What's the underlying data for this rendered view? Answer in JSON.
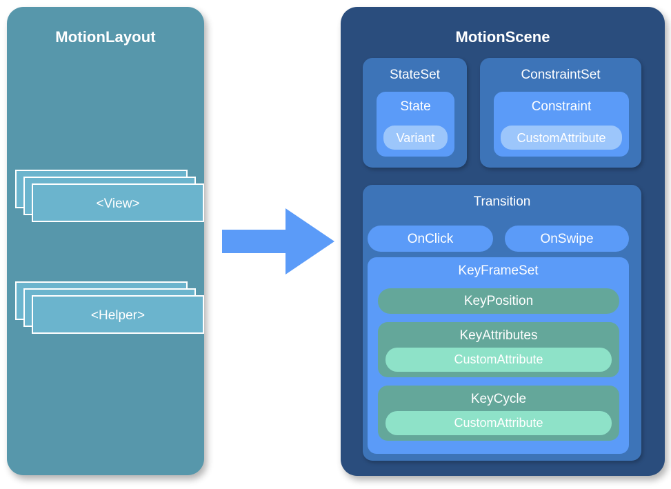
{
  "diagram": {
    "title_left": "MotionLayout",
    "title_right": "MotionScene",
    "arrow": "right-arrow-icon"
  },
  "motion_layout": {
    "label": "MotionLayout",
    "stacks": [
      {
        "label": "<View>",
        "name": "view-card-stack"
      },
      {
        "label": "<Helper>",
        "name": "helper-card-stack"
      }
    ]
  },
  "motion_scene": {
    "label": "MotionScene",
    "state_set": {
      "label": "StateSet",
      "state": {
        "label": "State",
        "variant": {
          "label": "Variant"
        }
      }
    },
    "constraint_set": {
      "label": "ConstraintSet",
      "constraint": {
        "label": "Constraint",
        "custom_attribute": {
          "label": "CustomAttribute"
        }
      }
    },
    "transition": {
      "label": "Transition",
      "on_click": {
        "label": "OnClick"
      },
      "on_swipe": {
        "label": "OnSwipe"
      },
      "key_frame_set": {
        "label": "KeyFrameSet",
        "key_position": {
          "label": "KeyPosition"
        },
        "key_attributes": {
          "label": "KeyAttributes",
          "custom_attribute": {
            "label": "CustomAttribute"
          }
        },
        "key_cycle": {
          "label": "KeyCycle",
          "custom_attribute": {
            "label": "CustomAttribute"
          }
        }
      }
    }
  },
  "colors": {
    "motion_layout_bg": "#5797ab",
    "card_bg": "#6bb4cd",
    "motion_scene_bg": "#2a4d7d",
    "level2_bg": "#3d74b8",
    "level3_bg": "#5b9bf8",
    "level4_bg": "#9cc6fb",
    "key_row_bg": "#64a79a",
    "attr_pill_bg": "#8ee2c8",
    "arrow": "#5b9bf8",
    "text": "#ffffff"
  }
}
